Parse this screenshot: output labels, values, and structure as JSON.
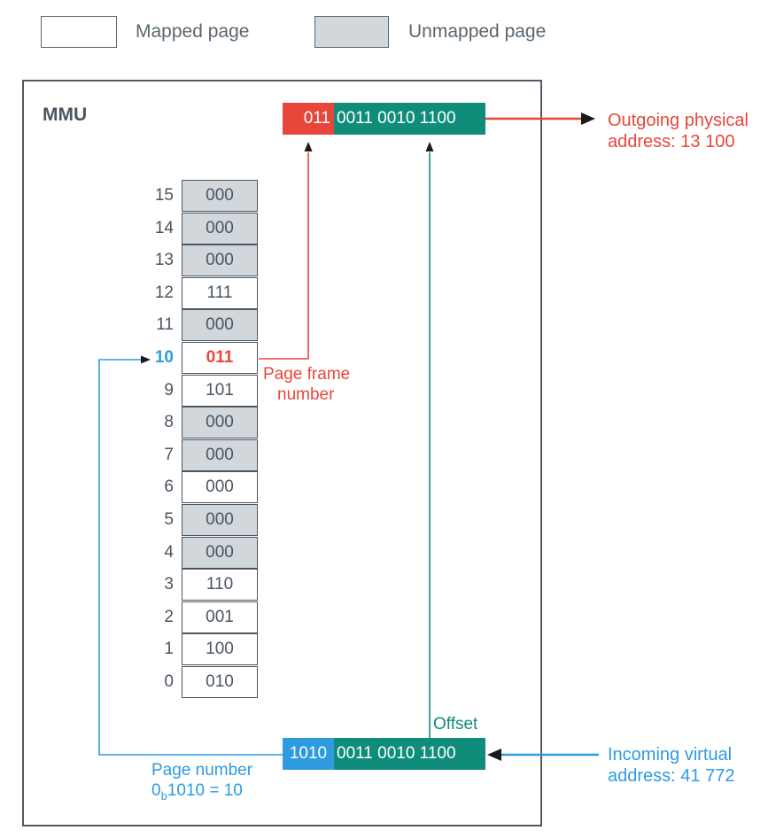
{
  "legend": {
    "mapped_label": "Mapped page",
    "unmapped_label": "Unmapped page"
  },
  "mmu": {
    "title": "MMU"
  },
  "page_table": {
    "rows": [
      {
        "index": "15",
        "value": "000",
        "mapped": false,
        "highlight": false
      },
      {
        "index": "14",
        "value": "000",
        "mapped": false,
        "highlight": false
      },
      {
        "index": "13",
        "value": "000",
        "mapped": false,
        "highlight": false
      },
      {
        "index": "12",
        "value": "111",
        "mapped": true,
        "highlight": false
      },
      {
        "index": "11",
        "value": "000",
        "mapped": false,
        "highlight": false
      },
      {
        "index": "10",
        "value": "011",
        "mapped": true,
        "highlight": true
      },
      {
        "index": "9",
        "value": "101",
        "mapped": true,
        "highlight": false
      },
      {
        "index": "8",
        "value": "000",
        "mapped": false,
        "highlight": false
      },
      {
        "index": "7",
        "value": "000",
        "mapped": false,
        "highlight": false
      },
      {
        "index": "6",
        "value": "000",
        "mapped": true,
        "highlight": false
      },
      {
        "index": "5",
        "value": "000",
        "mapped": false,
        "highlight": false
      },
      {
        "index": "4",
        "value": "000",
        "mapped": false,
        "highlight": false
      },
      {
        "index": "3",
        "value": "110",
        "mapped": true,
        "highlight": false
      },
      {
        "index": "2",
        "value": "001",
        "mapped": true,
        "highlight": false
      },
      {
        "index": "1",
        "value": "100",
        "mapped": true,
        "highlight": false
      },
      {
        "index": "0",
        "value": "010",
        "mapped": true,
        "highlight": false
      }
    ]
  },
  "physical_address": {
    "frame_bits": "011",
    "offset_bits": "0011 0010 1100",
    "label_line1": "Outgoing physical",
    "label_line2": "address: 13 100"
  },
  "virtual_address": {
    "page_bits": "1010",
    "offset_bits": "0011 0010 1100",
    "label_line1": "Incoming virtual",
    "label_line2": "address: 41 772"
  },
  "annotations": {
    "page_frame_line1": "Page frame",
    "page_frame_line2": "number",
    "offset": "Offset",
    "page_number_line1": "Page number",
    "page_number_base": "0",
    "page_number_sub": "b",
    "page_number_rest": "1010 = 10"
  },
  "colors": {
    "red": "#e8463a",
    "teal": "#0f8d7a",
    "blue": "#2e9be0",
    "unmapped_fill": "#d2d7dc",
    "outline": "#4a5560"
  }
}
